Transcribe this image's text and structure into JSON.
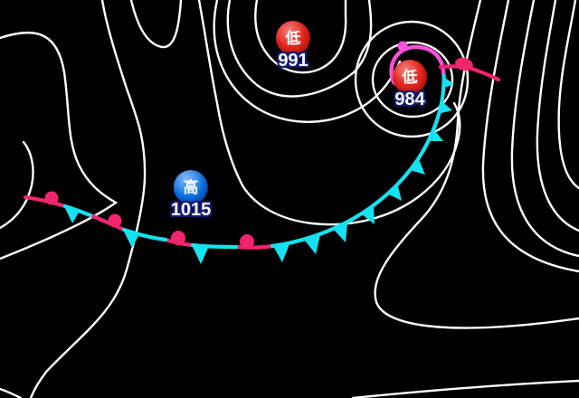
{
  "map_type": "surface-weather-map",
  "colors": {
    "bg": "#000000",
    "isobar": "#ffffff",
    "cold": "#15e2f0",
    "warm": "#f1256d",
    "occluded": "#fa4fd8",
    "low": "#e5251b",
    "high": "#0d77e8",
    "outline": "#141b72"
  },
  "pressure_systems": [
    {
      "id": "low-991",
      "type": "low",
      "symbol": "低",
      "value": "991"
    },
    {
      "id": "low-984",
      "type": "low",
      "symbol": "低",
      "value": "984"
    },
    {
      "id": "high-1015",
      "type": "high",
      "symbol": "高",
      "value": "1015"
    }
  ],
  "fronts": [
    {
      "id": "stationary-front",
      "kind": "stationary"
    },
    {
      "id": "cold-front",
      "kind": "cold"
    },
    {
      "id": "warm-front",
      "kind": "warm"
    },
    {
      "id": "occluded-front",
      "kind": "occluded"
    }
  ]
}
